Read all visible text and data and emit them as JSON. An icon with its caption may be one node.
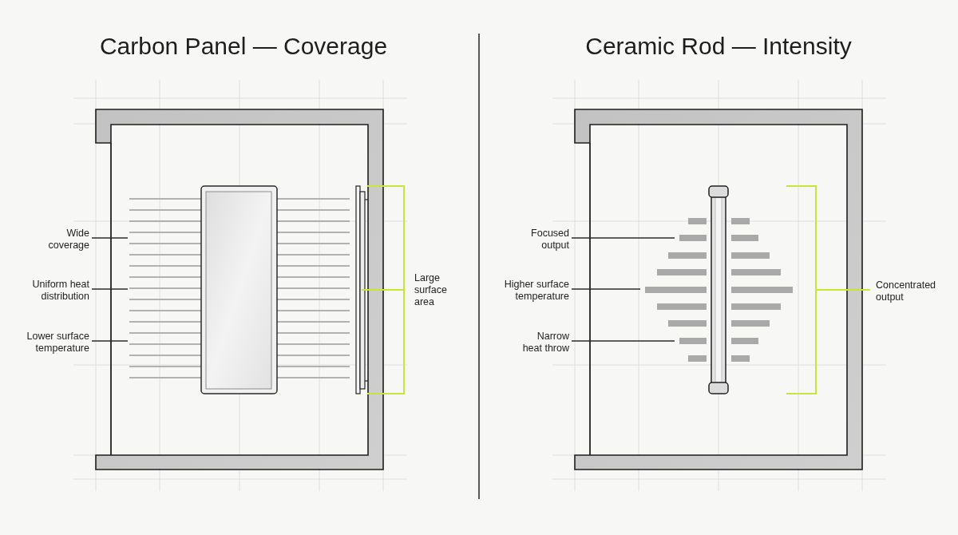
{
  "diagram": {
    "nodes": [
      {
        "text": [
          "Wide coverage"
        ]
      },
      {
        "text": [
          "Uniform heat distribution"
        ]
      },
      {
        "text": [
          "Lower surface temperature"
        ]
      },
      {
        "text": [],
        "shape": "picture"
      },
      {
        "text": [
          "Focused output"
        ]
      },
      {
        "text": [
          "Higher surface temperature"
        ]
      },
      {
        "text": [
          "Narrow heat throw"
        ]
      },
      {
        "text": [],
        "shape": "picture"
      }
    ],
    "edges": [
      {
        "from": 0,
        "to": 3,
        "arrow": "none"
      },
      {
        "from": 1,
        "to": 3,
        "arrow": "none"
      },
      {
        "from": 2,
        "to": 3,
        "arrow": "none"
      },
      {
        "from": 4,
        "to": 7,
        "arrow": "none"
      },
      {
        "from": 5,
        "to": 7,
        "arrow": "none"
      },
      {
        "from": 6,
        "to": 7,
        "arrow": "none"
      }
    ],
    "labels": [
      "Carbon Panel — Coverage",
      "Ceramic Rod — Intensity",
      "Large surface area",
      "Concentrated output"
    ]
  }
}
